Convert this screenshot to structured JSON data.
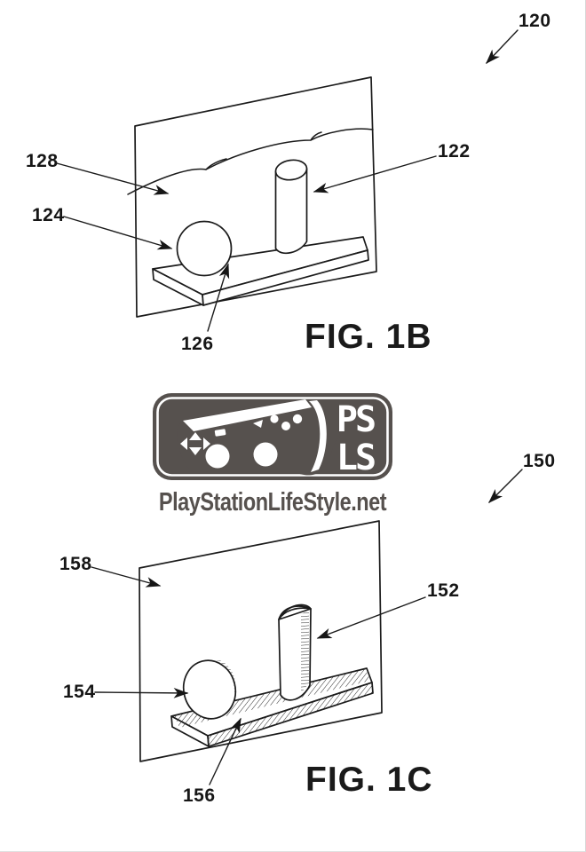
{
  "document": {
    "type": "patent-figure-sheet",
    "background": "#ffffff"
  },
  "figure_1b": {
    "caption": "FIG. 1B",
    "ref_labels": {
      "view": "120",
      "cylinder": "122",
      "sphere": "124",
      "platform": "126",
      "background_scene": "128"
    }
  },
  "figure_1c": {
    "caption": "FIG. 1C",
    "ref_labels": {
      "view": "150",
      "cylinder": "152",
      "sphere": "154",
      "platform": "156",
      "screen": "158"
    }
  },
  "watermark": {
    "monogram_line1": "PS",
    "monogram_line2": "LS",
    "site_text": "PlayStationLifeStyle.net",
    "color": "#56514e"
  },
  "colors": {
    "ink": "#1b1b1b",
    "watermark_gray": "#56514e"
  }
}
